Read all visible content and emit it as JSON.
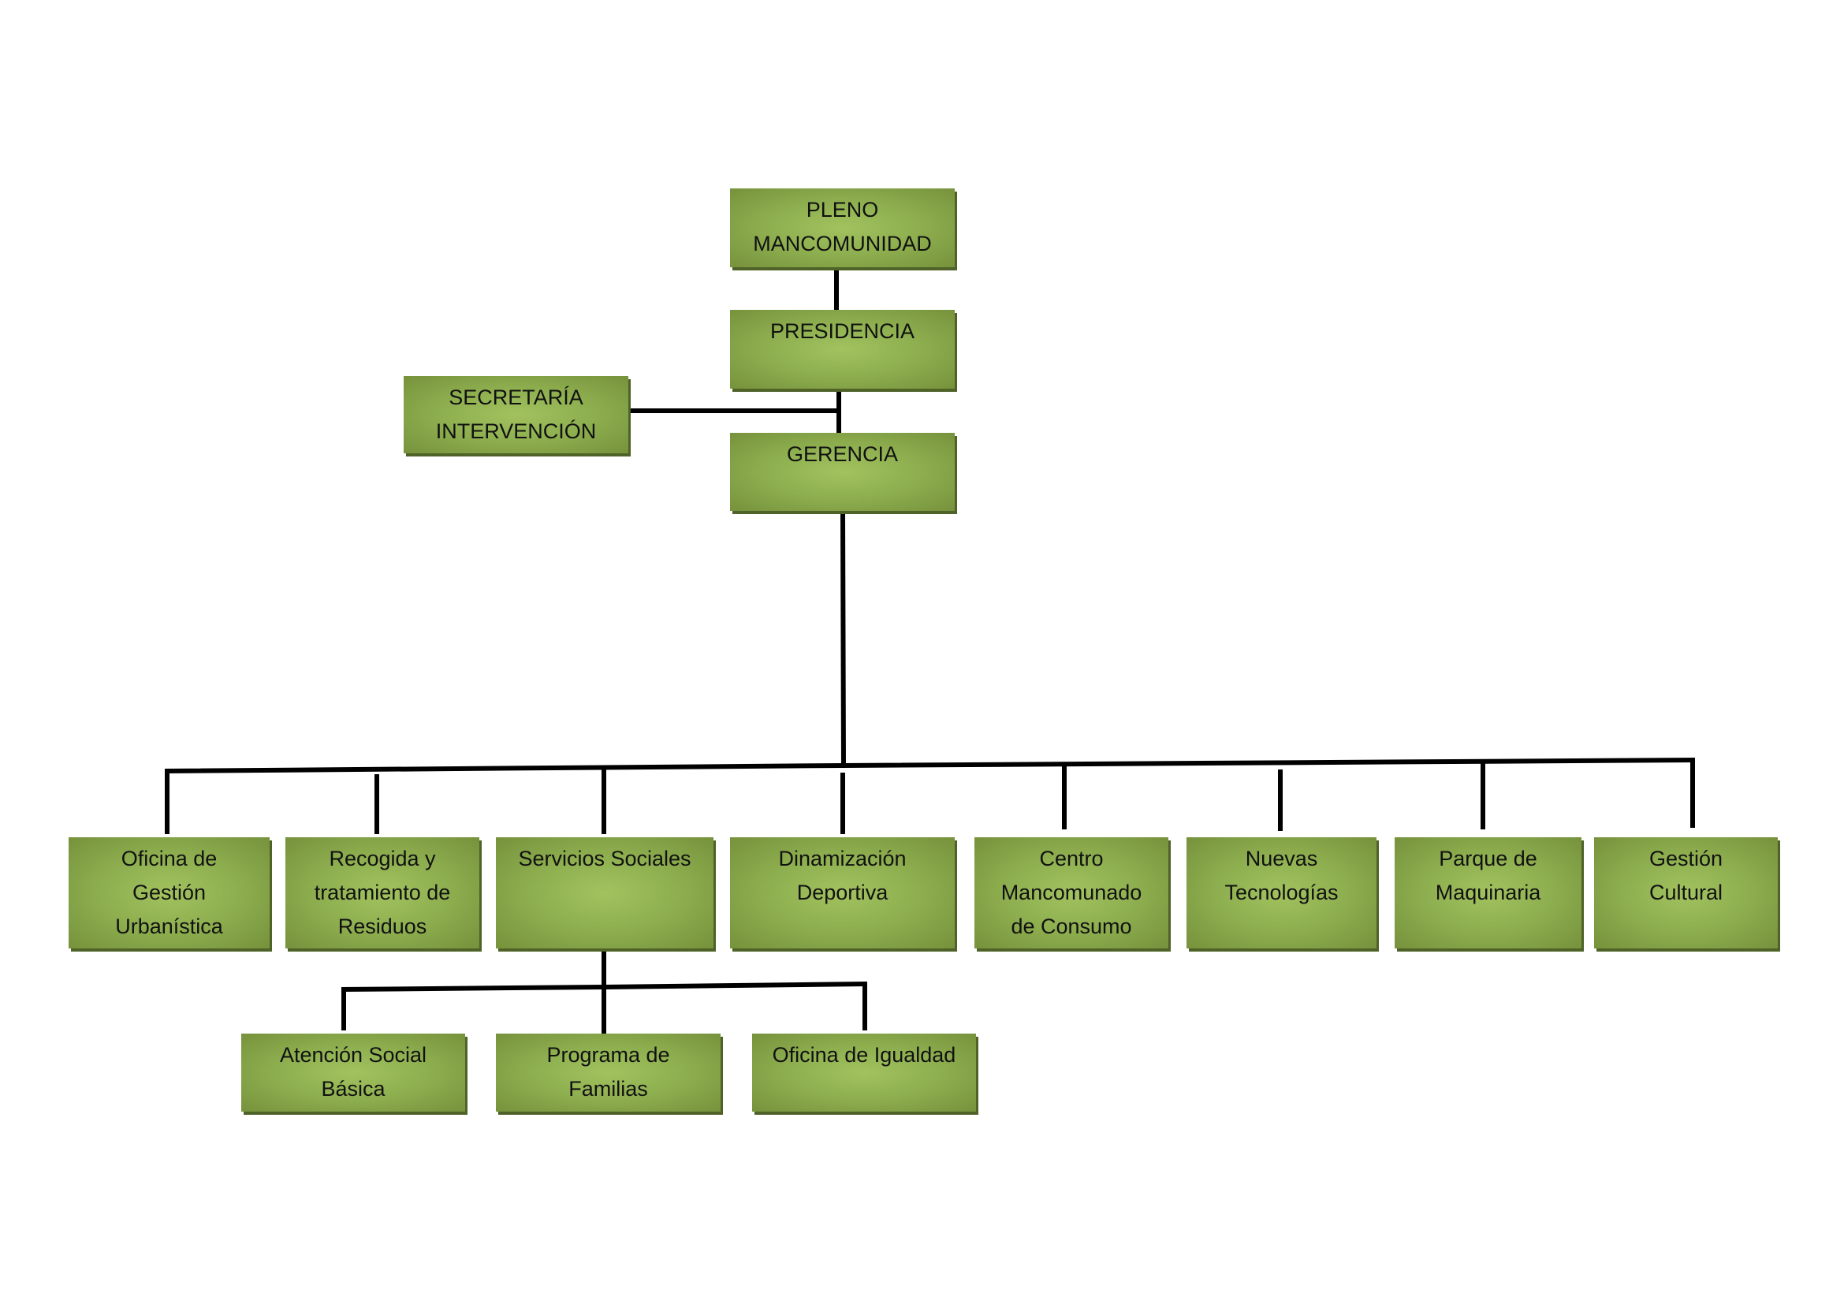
{
  "colors": {
    "box_edge": "#76923c",
    "box_center": "#a2c25f",
    "box_shadow": "#4f6228",
    "line": "#000000"
  },
  "nodes": {
    "pleno": [
      "PLENO",
      "MANCOMUNIDAD"
    ],
    "presidencia": [
      "PRESIDENCIA"
    ],
    "secretaria": [
      "SECRETARÍA",
      "INTERVENCIÓN"
    ],
    "gerencia": [
      "GERENCIA"
    ],
    "oficina_gestion": [
      "Oficina de",
      "Gestión",
      "Urbanística"
    ],
    "recogida": [
      "Recogida y",
      "tratamiento de",
      "Residuos"
    ],
    "servicios_sociales": [
      "Servicios Sociales"
    ],
    "dinamizacion": [
      "Dinamización",
      "Deportiva"
    ],
    "centro_consumo": [
      "Centro",
      "Mancomunado",
      "de Consumo"
    ],
    "nuevas_tecnologias": [
      "Nuevas",
      "Tecnologías"
    ],
    "parque_maquinaria": [
      "Parque de",
      "Maquinaria"
    ],
    "gestion_cultural": [
      "Gestión",
      "Cultural"
    ],
    "atencion_social": [
      "Atención Social",
      "Básica"
    ],
    "programa_familias": [
      "Programa de",
      "Familias"
    ],
    "oficina_igualdad": [
      "Oficina de Igualdad"
    ]
  }
}
